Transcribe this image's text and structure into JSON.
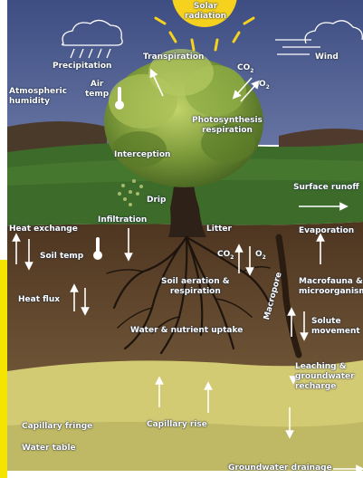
{
  "colors": {
    "sky": "#49598c",
    "grass": "#3f6f2c",
    "topsoil": "#5a3f28",
    "subsoil": "#6b5034",
    "groundwater": "#d6cd78",
    "sun": "#f6d21e",
    "label": "#ffffff",
    "frame_accent": "#f4e400"
  },
  "icons": [
    "sun-icon",
    "rain-cloud-icon",
    "wind-cloud-icon",
    "thermometer-icon",
    "tree-icon",
    "roots-icon",
    "macropore-icon"
  ],
  "labels": {
    "solar_radiation": [
      "Solar",
      "radiation"
    ],
    "precipitation": "Precipitation",
    "transpiration": "Transpiration",
    "wind": "Wind",
    "atmospheric_humidity": [
      "Atmospheric",
      "humidity"
    ],
    "air_temp": [
      "Air",
      "temp"
    ],
    "co2_top": "CO",
    "co2_top_sub": "2",
    "o2_top": "O",
    "o2_top_sub": "2",
    "photosynthesis": [
      "Photosynthesis",
      "respiration"
    ],
    "interception": "Interception",
    "drip": "Drip",
    "surface_runoff": "Surface runoff",
    "heat_exchange": "Heat exchange",
    "infiltration": "Infiltration",
    "litter": "Litter",
    "evaporation": "Evaporation",
    "soil_temp": "Soil temp",
    "co2_soil": "CO",
    "co2_soil_sub": "2",
    "o2_soil": "O",
    "o2_soil_sub": "2",
    "heat_flux": "Heat flux",
    "soil_aeration": [
      "Soil aeration &",
      "respiration"
    ],
    "macropore": "Macropore",
    "macrofauna": [
      "Macrofauna &",
      "microorganisms"
    ],
    "solute_movement": [
      "Solute",
      "movement"
    ],
    "water_uptake": "Water & nutrient uptake",
    "leaching": [
      "Leaching &",
      "groundwater",
      "recharge"
    ],
    "capillary_fringe": "Capillary fringe",
    "capillary_rise": "Capillary rise",
    "water_table": "Water table",
    "groundwater_drainage": "Groundwater drainage"
  }
}
